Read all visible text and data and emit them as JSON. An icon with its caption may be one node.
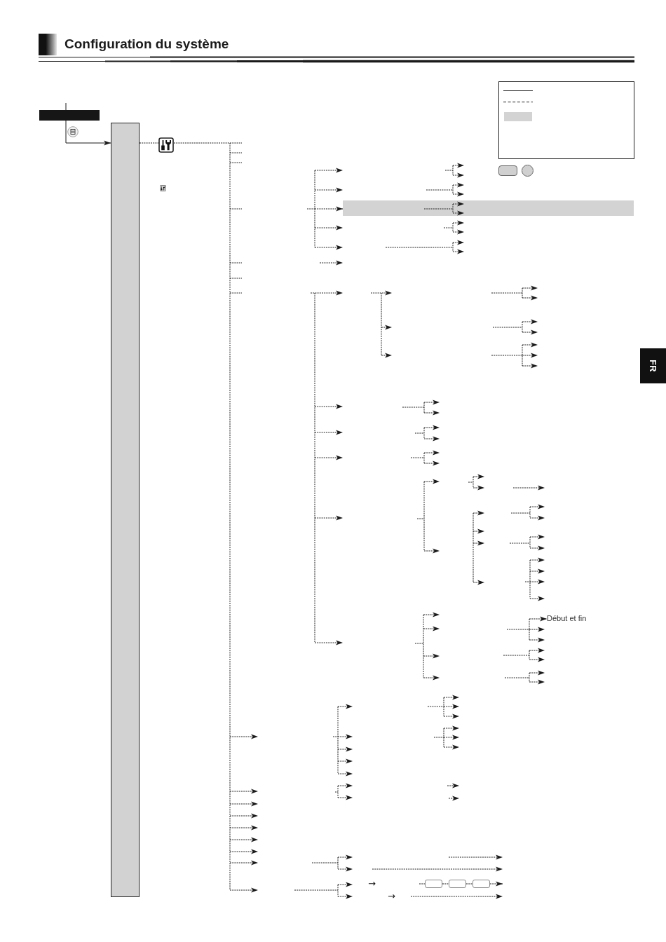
{
  "diagram": {
    "title": "Configuration du système",
    "nodes": [
      {
        "text": [],
        "shape": "bar"
      },
      {
        "text": [],
        "shape": "bar"
      },
      {
        "text": [],
        "shape": "picture"
      },
      {
        "text": [],
        "shape": "band"
      },
      {
        "text": [
          "Début et fin"
        ]
      },
      {
        "text": [],
        "shape": "box"
      },
      {
        "text": [],
        "shape": "box"
      },
      {
        "text": [],
        "shape": "box"
      }
    ],
    "edges": [
      {
        "from": null,
        "to": 0,
        "arrow": "none"
      },
      {
        "from": 0,
        "to": 1,
        "arrow": "to"
      },
      {
        "from": 1,
        "to": 2,
        "arrow": "none",
        "style": "dashed"
      },
      {
        "from": 2,
        "to": null,
        "arrow": "none",
        "style": "dashed"
      },
      {
        "from": null,
        "to": 3,
        "arrow": "to",
        "style": "dashed"
      },
      {
        "from": null,
        "to": 4,
        "arrow": "to",
        "style": "dashed"
      },
      {
        "from": null,
        "to": 5,
        "arrow": "none",
        "style": "dashed"
      },
      {
        "from": 5,
        "to": 6,
        "arrow": "none",
        "style": "dashed"
      },
      {
        "from": 6,
        "to": 7,
        "arrow": "none",
        "style": "dashed"
      },
      {
        "from": 7,
        "to": null,
        "arrow": "to",
        "style": "dashed"
      }
    ],
    "labels": [
      "FR",
      "→",
      "→"
    ]
  }
}
